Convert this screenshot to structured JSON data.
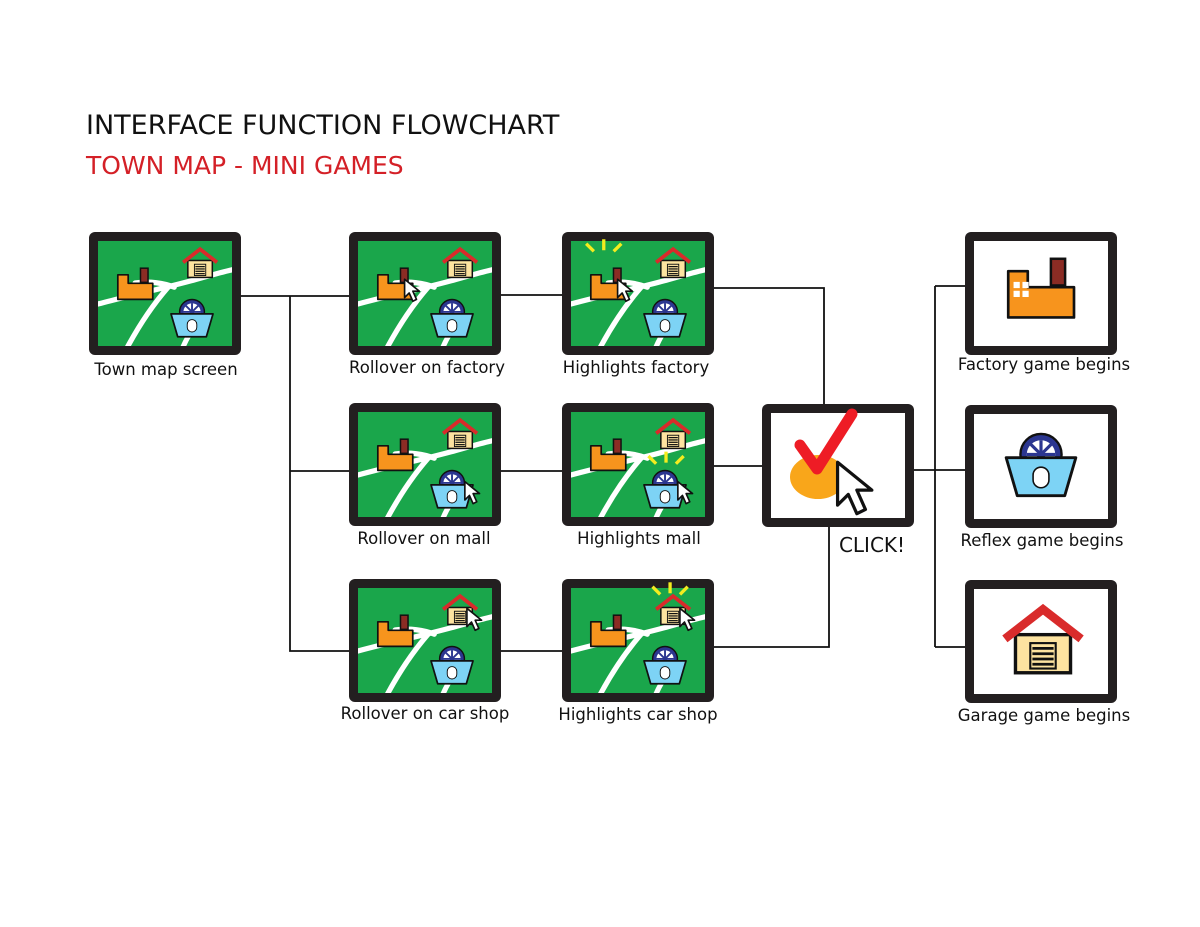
{
  "title": "INTERFACE FUNCTION FLOWCHART",
  "subtitle": "TOWN MAP - MINI GAMES",
  "colors": {
    "subtitle": "#d42027",
    "frame": "#231f20",
    "grass": "#1aa64b",
    "road": "#ffffff",
    "factory": "#f7941d",
    "chimney": "#8b2c24",
    "house": "#fde3a0",
    "roof": "#d92b2b",
    "basket": "#7dd3f5",
    "wheel": "#2b3690",
    "highlight": "#f4ec1f",
    "checkmark": "#ee1c25",
    "click_blob": "#f9a61a"
  },
  "nodes": {
    "town_map": {
      "label": "Town map screen"
    },
    "rollover_factory": {
      "label": "Rollover on factory"
    },
    "rollover_mall": {
      "label": "Rollover on mall"
    },
    "rollover_car_shop": {
      "label": "Rollover on car shop"
    },
    "highlights_factory": {
      "label": "Highlights factory"
    },
    "highlights_mall": {
      "label": "Highlights mall"
    },
    "highlights_car_shop": {
      "label": "Highlights car shop"
    },
    "click": {
      "label": "CLICK!"
    },
    "factory_game": {
      "label": "Factory game begins"
    },
    "reflex_game": {
      "label": "Reflex game begins"
    },
    "garage_game": {
      "label": "Garage game begins"
    }
  }
}
